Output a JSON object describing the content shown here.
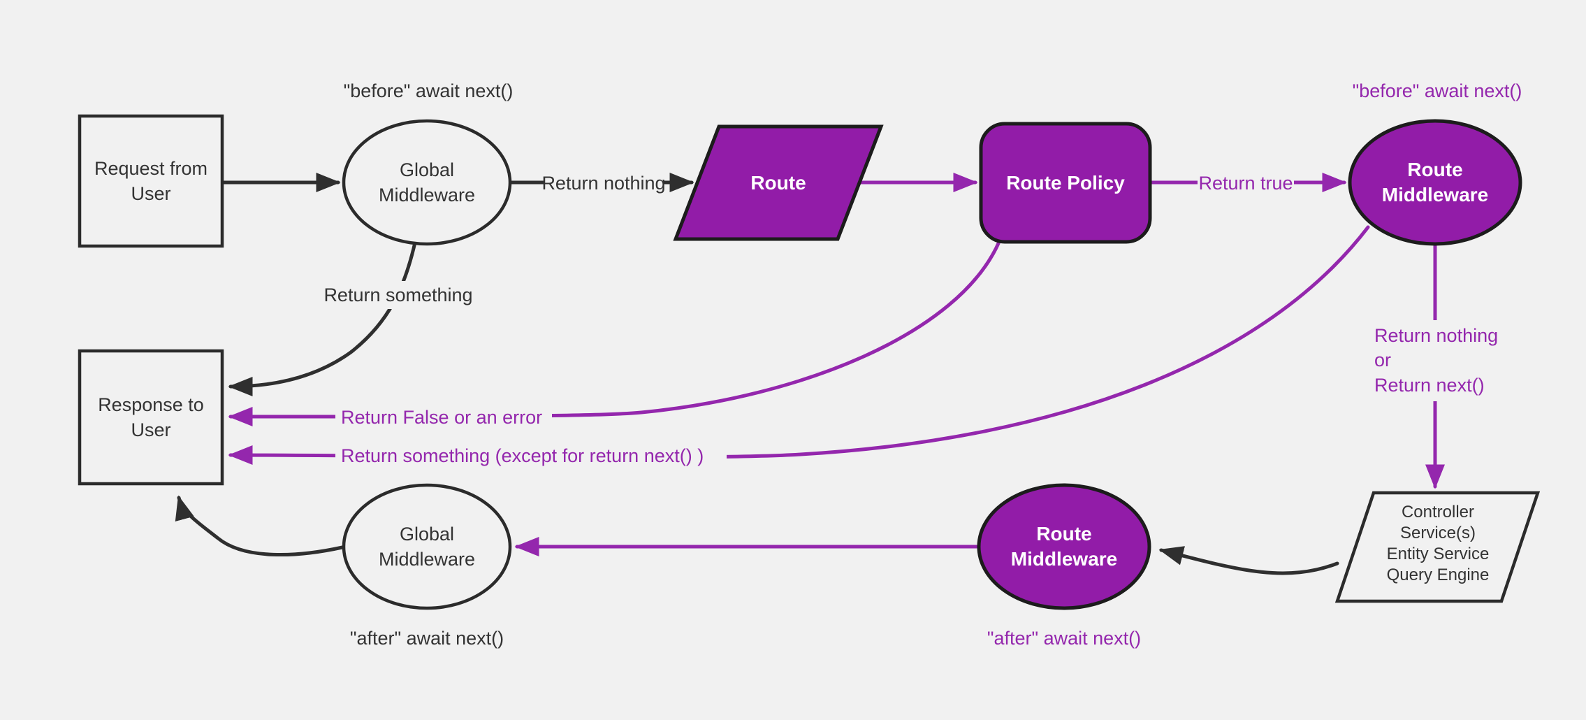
{
  "colors": {
    "background": "#f1f1f1",
    "purple_fill": "#921ca8",
    "purple_line": "#9427ad",
    "purple_text": "#9427ad",
    "dark_line": "#2f2f2f",
    "dark_text": "#333333",
    "node_border": "#1c1c1c",
    "white_text": "#ffffff"
  },
  "nodes": {
    "request": [
      "Request from",
      "User"
    ],
    "global_middleware_top": [
      "Global",
      "Middleware"
    ],
    "route": "Route",
    "route_policy": "Route Policy",
    "route_middleware_top": [
      "Route",
      "Middleware"
    ],
    "controller": [
      "Controller",
      "Service(s)",
      "Entity Service",
      "Query Engine"
    ],
    "route_middleware_bottom": [
      "Route",
      "Middleware"
    ],
    "global_middleware_bottom": [
      "Global",
      "Middleware"
    ],
    "response": [
      "Response to",
      "User"
    ]
  },
  "labels": {
    "before_await_top": "\"before\" await next()",
    "return_nothing": "Return nothing",
    "return_true": "Return true",
    "before_await_right": "\"before\" await next()",
    "return_nothing_or": [
      "Return nothing",
      "or",
      "Return next()"
    ],
    "return_something": "Return something",
    "return_false_or_error": "Return False or an error",
    "return_something_except": "Return something (except for return next() )",
    "after_await_purple": "\"after\" await next()",
    "after_await_dark": "\"after\" await next()"
  }
}
